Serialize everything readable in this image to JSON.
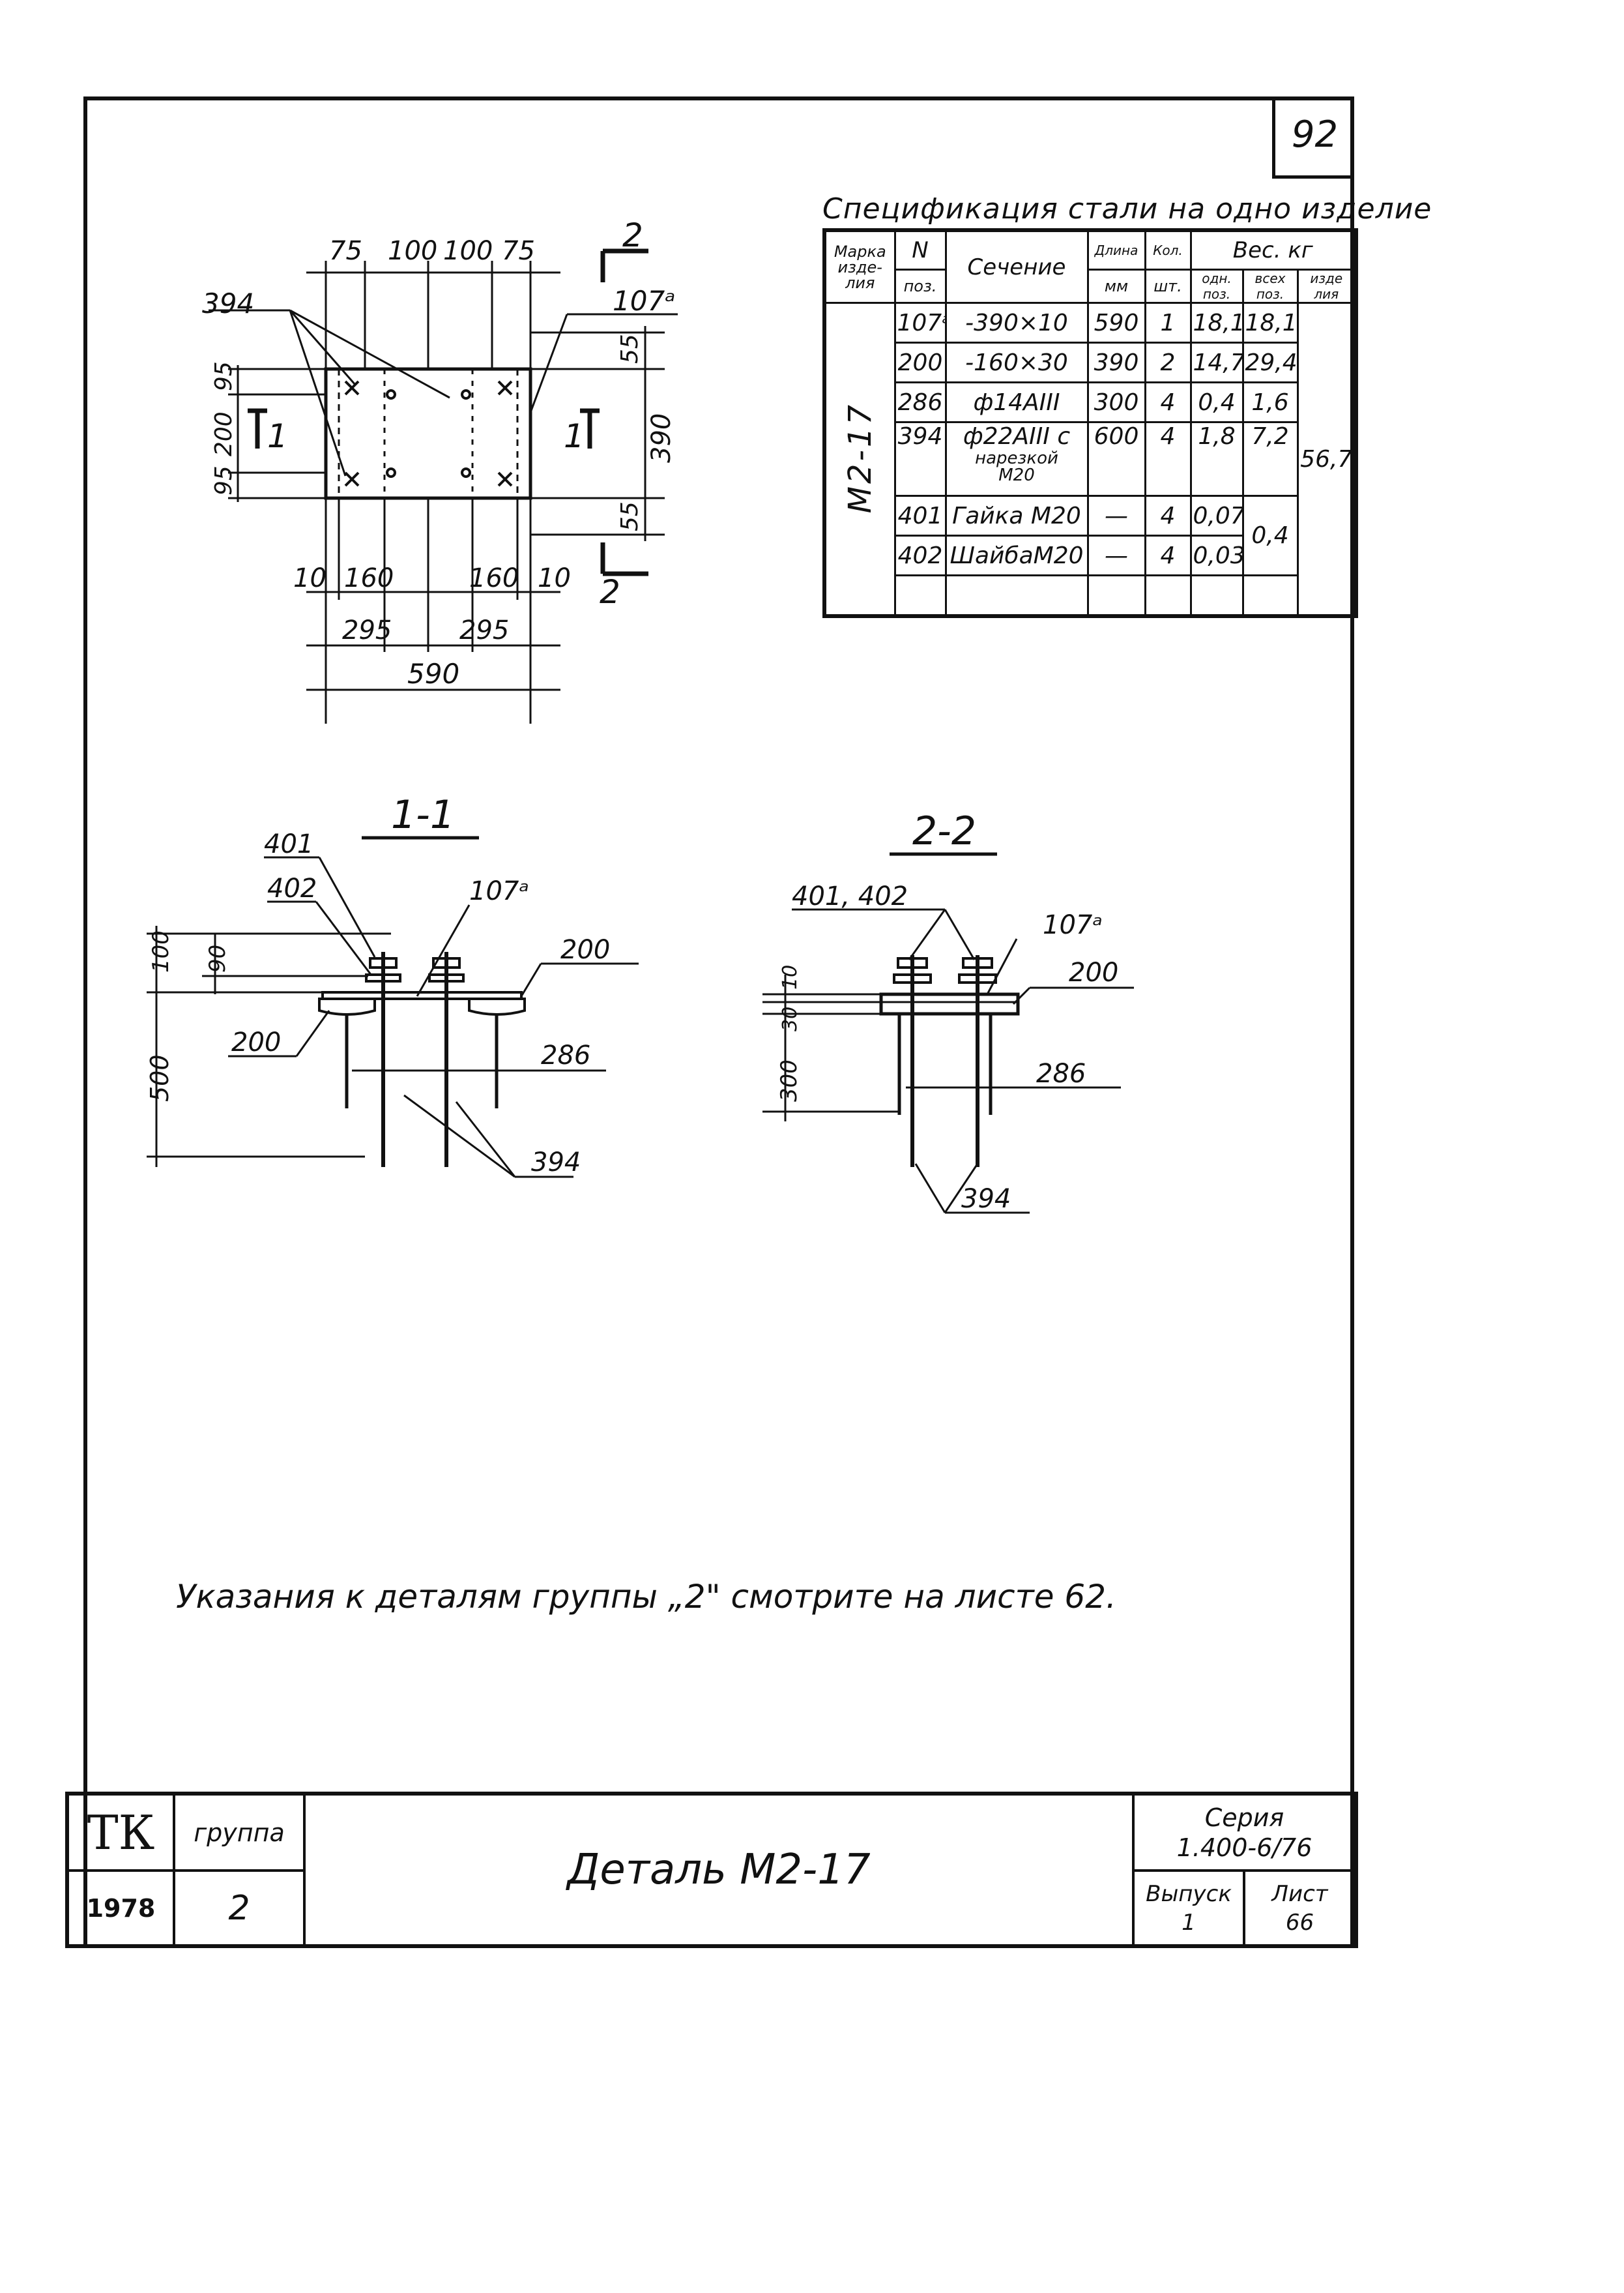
{
  "page_number": "92",
  "spec": {
    "title": "Спецификация стали на одно изделие",
    "headers": {
      "mark_line1": "Марка",
      "mark_line2": "изде-",
      "mark_line3": "лия",
      "n": "N",
      "n_sub": "поз.",
      "section": "Сечение",
      "length": "Длина",
      "length_unit": "мм",
      "qty": "Кол.",
      "qty_unit": "шт.",
      "weight": "Вес. кг",
      "w_one_1": "одн.",
      "w_one_2": "поз.",
      "w_all_1": "всех",
      "w_all_2": "поз.",
      "w_item_1": "изде",
      "w_item_2": "лия"
    },
    "mark": "М2-17",
    "rows": [
      {
        "pos": "107ᵃ",
        "section": "-390×10",
        "length": "590",
        "qty": "1",
        "w_one": "18,1",
        "w_all": "18,1"
      },
      {
        "pos": "200",
        "section": "-160×30",
        "length": "390",
        "qty": "2",
        "w_one": "14,7",
        "w_all": "29,4"
      },
      {
        "pos": "286",
        "section": "ф14АIII",
        "length": "300",
        "qty": "4",
        "w_one": "0,4",
        "w_all": "1,6"
      },
      {
        "pos": "394",
        "section": "ф22АIII с",
        "section2": "нарезкой",
        "section3": "М20",
        "length": "600",
        "qty": "4",
        "w_one": "1,8",
        "w_all": "7,2"
      },
      {
        "pos": "401",
        "section": "Гайка М20",
        "length": "—",
        "qty": "4",
        "w_one": "0,07",
        "w_all": "0,4"
      },
      {
        "pos": "402",
        "section": "ШайбаМ20",
        "length": "—",
        "qty": "4",
        "w_one": "0,03",
        "w_all": ""
      }
    ],
    "w_item_total": "56,7"
  },
  "plan": {
    "dims_top": [
      "75",
      "100",
      "100",
      "75"
    ],
    "dims_bottom": [
      "10",
      "160",
      "160",
      "10"
    ],
    "dims_bottom2": [
      "295",
      "295"
    ],
    "overall": "590",
    "dims_left": [
      "95",
      "200",
      "95"
    ],
    "dims_right": [
      "55",
      "390",
      "55"
    ],
    "label_394": "394",
    "label_107a": "107ᵃ",
    "section1": "1",
    "section2": "2"
  },
  "view11": {
    "title": "1-1",
    "labels": {
      "l401": "401",
      "l402": "402",
      "l107a": "107ᵃ",
      "l200a": "200",
      "l200b": "200",
      "l286": "286",
      "l394": "394"
    },
    "dims": {
      "d100": "100",
      "d90": "90",
      "d500": "500"
    }
  },
  "view22": {
    "title": "2-2",
    "labels": {
      "l401402": "401, 402",
      "l107a": "107ᵃ",
      "l200": "200",
      "l286": "286",
      "l394": "394"
    },
    "dims": {
      "d10": "10",
      "d30": "30",
      "d300": "300"
    }
  },
  "note": "Указания к деталям группы „2\" смотрите на листе 62.",
  "title_block": {
    "org": "ТК",
    "group_label": "группа",
    "year": "1978",
    "group": "2",
    "title": "Деталь М2-17",
    "series_label": "Серия",
    "series": "1.400-6/76",
    "issue_label": "Выпуск",
    "sheet_label": "Лист",
    "issue": "1",
    "sheet": "66"
  }
}
